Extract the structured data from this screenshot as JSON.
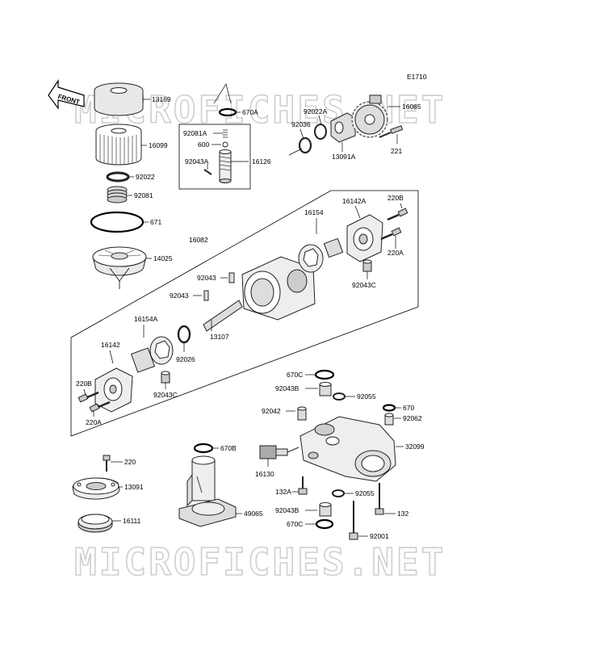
{
  "diagram": {
    "ref_code": "E1710",
    "front_arrow_label": "FRONT",
    "watermark_text": "MICROFICHES.NET",
    "part_labels": {
      "p13169": "13169",
      "p16099": "16099",
      "p92022": "92022",
      "p92081": "92081",
      "p671": "671",
      "p14025": "14025",
      "p670A": "670A",
      "p92081A": "92081A",
      "p600": "600",
      "p92043A": "92043A",
      "p16126": "16126",
      "p92022A": "92022A",
      "p92036": "92036",
      "p13091A": "13091A",
      "p16085": "16085",
      "p221": "221",
      "p16082": "16082",
      "p16142A": "16142A",
      "p220B_top": "220B",
      "p16154_top": "16154",
      "p220A_top": "220A",
      "p92043C_top": "92043C",
      "p92043_a": "92043",
      "p92043_b": "92043",
      "p16154A": "16154A",
      "p13107": "13107",
      "p92026": "92026",
      "p16142": "16142",
      "p220B_bot": "220B",
      "p92043C_bot": "92043C",
      "p220A_bot": "220A",
      "p670C_top": "670C",
      "p92043B_top": "92043B",
      "p92055_top": "92055",
      "p670": "670",
      "p92042": "92042",
      "p92062": "92062",
      "p670B": "670B",
      "p32099": "32099",
      "p16130": "16130",
      "p220": "220",
      "p13091": "13091",
      "p132A": "132A",
      "p92055_bot": "92055",
      "p92043B_bot": "92043B",
      "p132": "132",
      "p49065": "49065",
      "p670C_bot": "670C",
      "p16111": "16111",
      "p92001": "92001"
    }
  }
}
